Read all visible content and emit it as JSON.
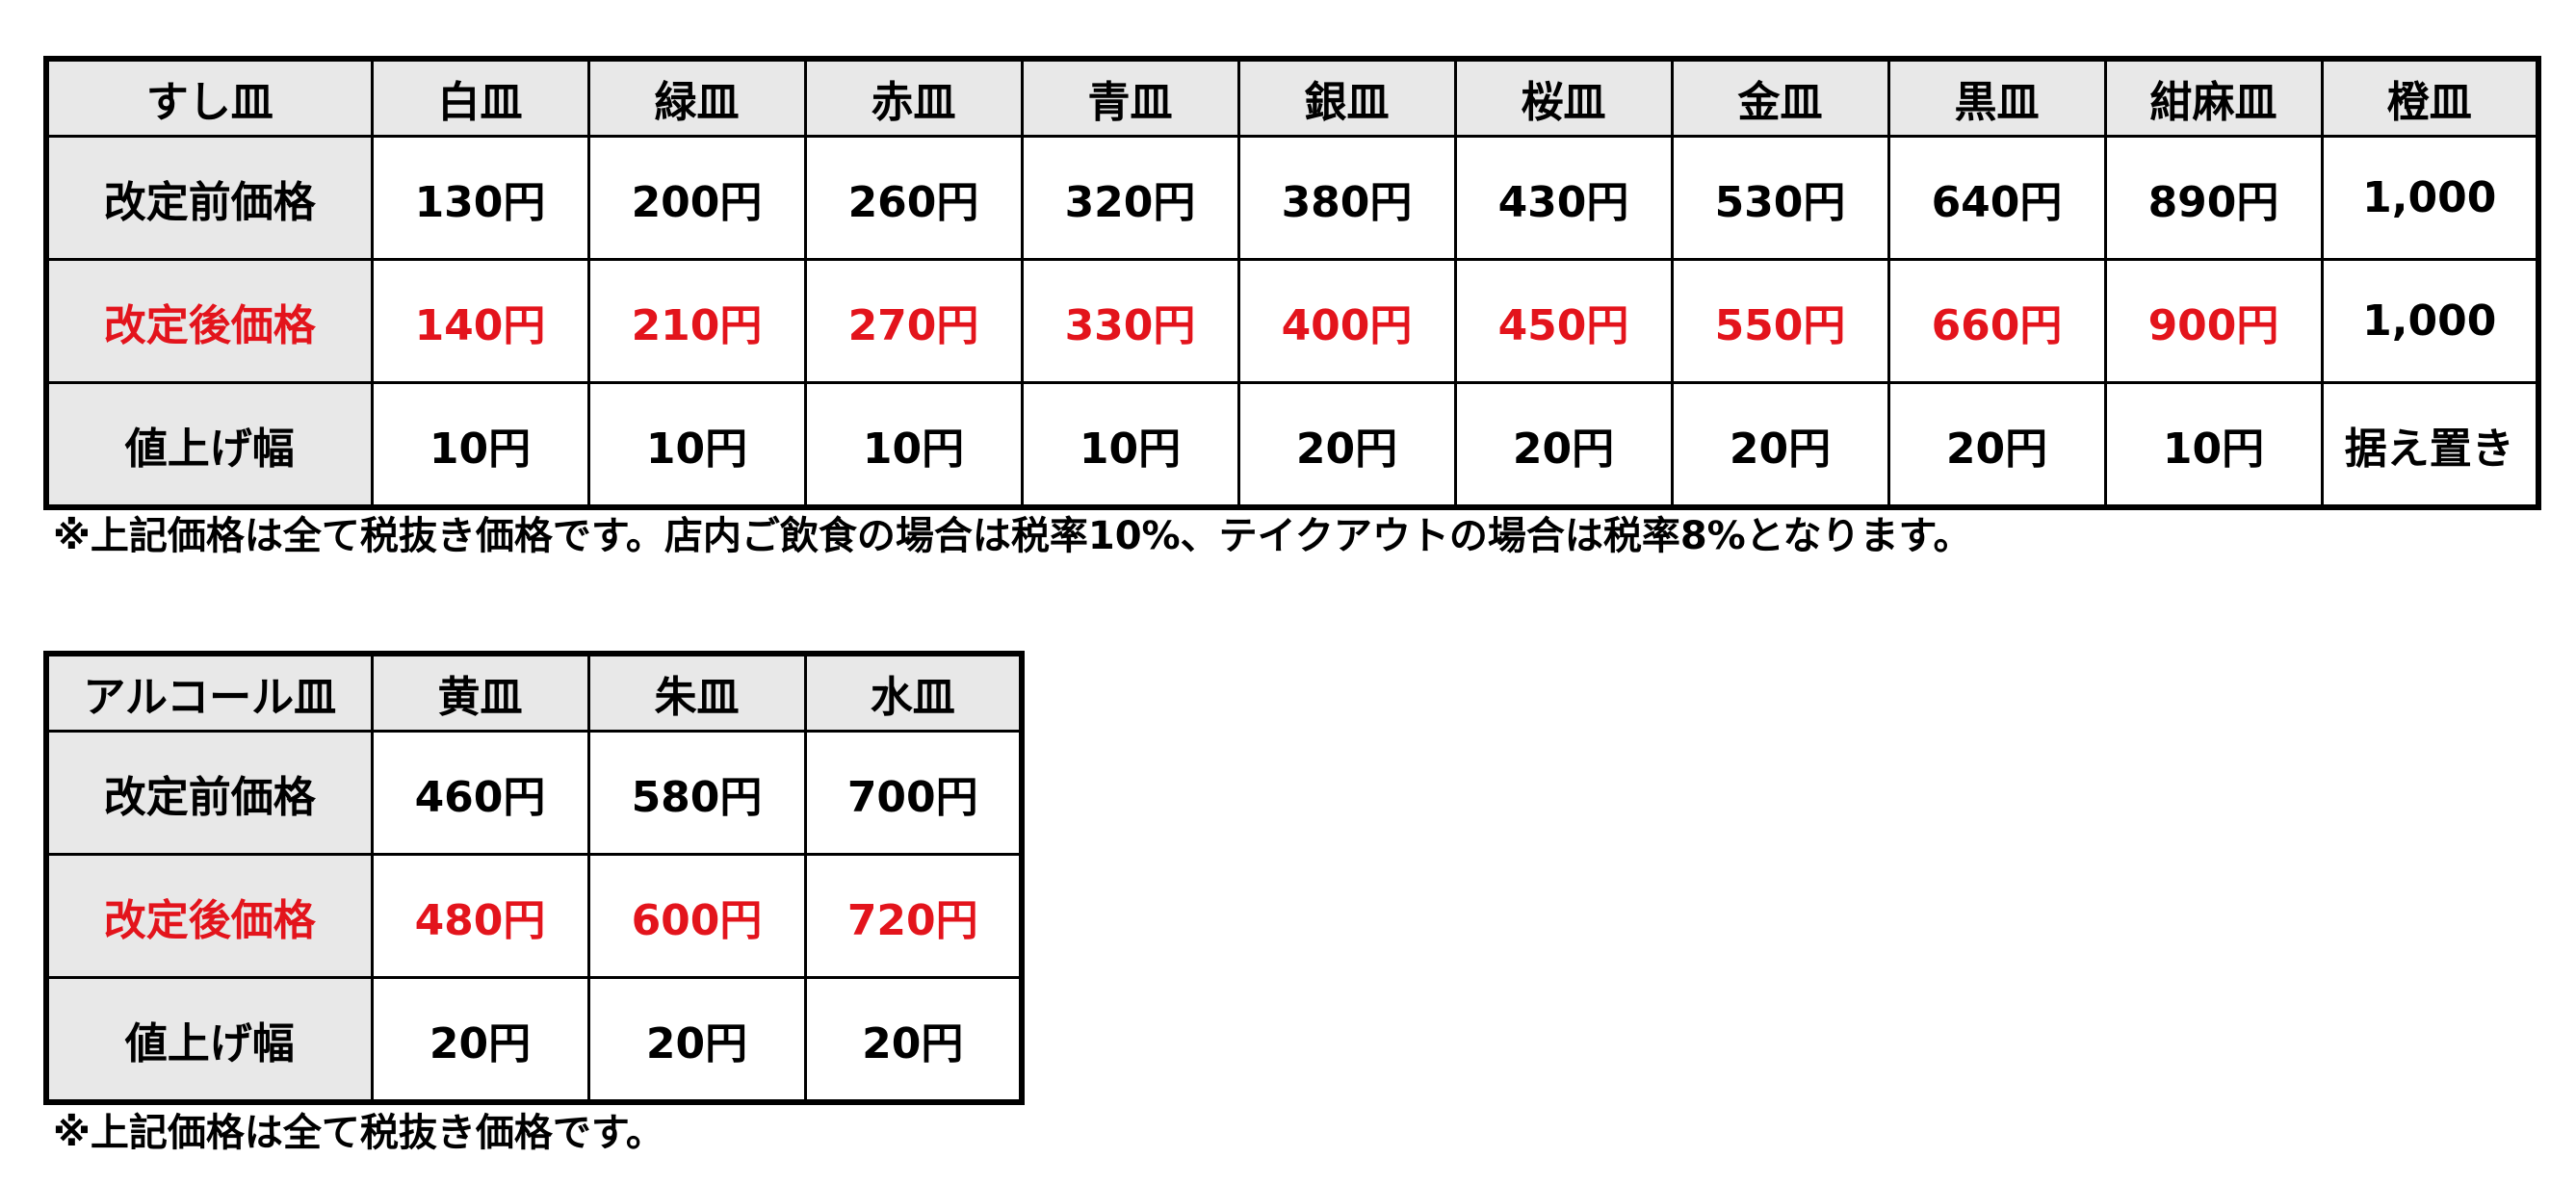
{
  "sushi_table": {
    "corner": "すし皿",
    "columns": [
      "白皿",
      "緑皿",
      "赤皿",
      "青皿",
      "銀皿",
      "桜皿",
      "金皿",
      "黒皿",
      "紺麻皿",
      "橙皿"
    ],
    "rows": [
      {
        "label": "改定前価格",
        "values": [
          "130円",
          "200円",
          "260円",
          "320円",
          "380円",
          "430円",
          "530円",
          "640円",
          "890円",
          "1,000"
        ]
      },
      {
        "label": "改定後価格",
        "values": [
          "140円",
          "210円",
          "270円",
          "330円",
          "400円",
          "450円",
          "550円",
          "660円",
          "900円",
          "1,000"
        ]
      },
      {
        "label": "値上げ幅",
        "values": [
          "10円",
          "10円",
          "10円",
          "10円",
          "20円",
          "20円",
          "20円",
          "20円",
          "10円",
          "据え置き"
        ]
      }
    ],
    "note": "※上記価格は全て税抜き価格です。店内ご飲食の場合は税率10%、テイクアウトの場合は税率8%となります。"
  },
  "alcohol_table": {
    "corner": "アルコール皿",
    "columns": [
      "黄皿",
      "朱皿",
      "水皿"
    ],
    "rows": [
      {
        "label": "改定前価格",
        "values": [
          "460円",
          "580円",
          "700円"
        ]
      },
      {
        "label": "改定後価格",
        "values": [
          "480円",
          "600円",
          "720円"
        ]
      },
      {
        "label": "値上げ幅",
        "values": [
          "20円",
          "20円",
          "20円"
        ]
      }
    ],
    "note": "※上記価格は全て税抜き価格です。"
  },
  "colors": {
    "revised_price_text": "#e3141c",
    "header_fill": "#e8e8e8",
    "border": "#000000"
  }
}
